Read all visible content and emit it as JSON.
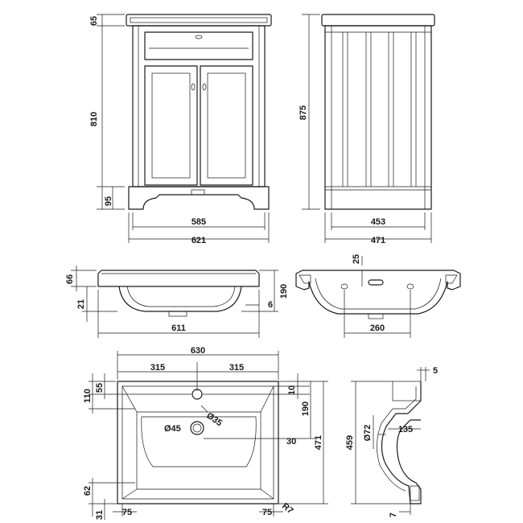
{
  "front_view": {
    "height_top": "65",
    "height_body": "810",
    "height_plinth": "95",
    "width_inner": "585",
    "width_outer": "621"
  },
  "side_view": {
    "height_total": "875",
    "depth_inner": "453",
    "depth_outer": "471"
  },
  "basin_front": {
    "top_thickness": "66",
    "bowl_offset": "21",
    "lip": "6",
    "width": "611"
  },
  "basin_section": {
    "rim": "25",
    "height": "190",
    "overflow_spacing": "260"
  },
  "basin_plan": {
    "width": "630",
    "half_left": "315",
    "half_right": "315",
    "depth_a": "110",
    "depth_b": "55",
    "tap_hole": "Ø35",
    "waste": "Ø45",
    "depth_c": "10",
    "depth_d": "190",
    "waste_offset": "30",
    "depth_total": "471",
    "front_margin": "62",
    "front_edge": "31",
    "corner_left": "75",
    "corner_right": "75",
    "radius": "R7"
  },
  "basin_profile": {
    "top": "5",
    "waste_dia": "Ø72",
    "waste_depth": "135",
    "height": "459",
    "foot": "7"
  }
}
